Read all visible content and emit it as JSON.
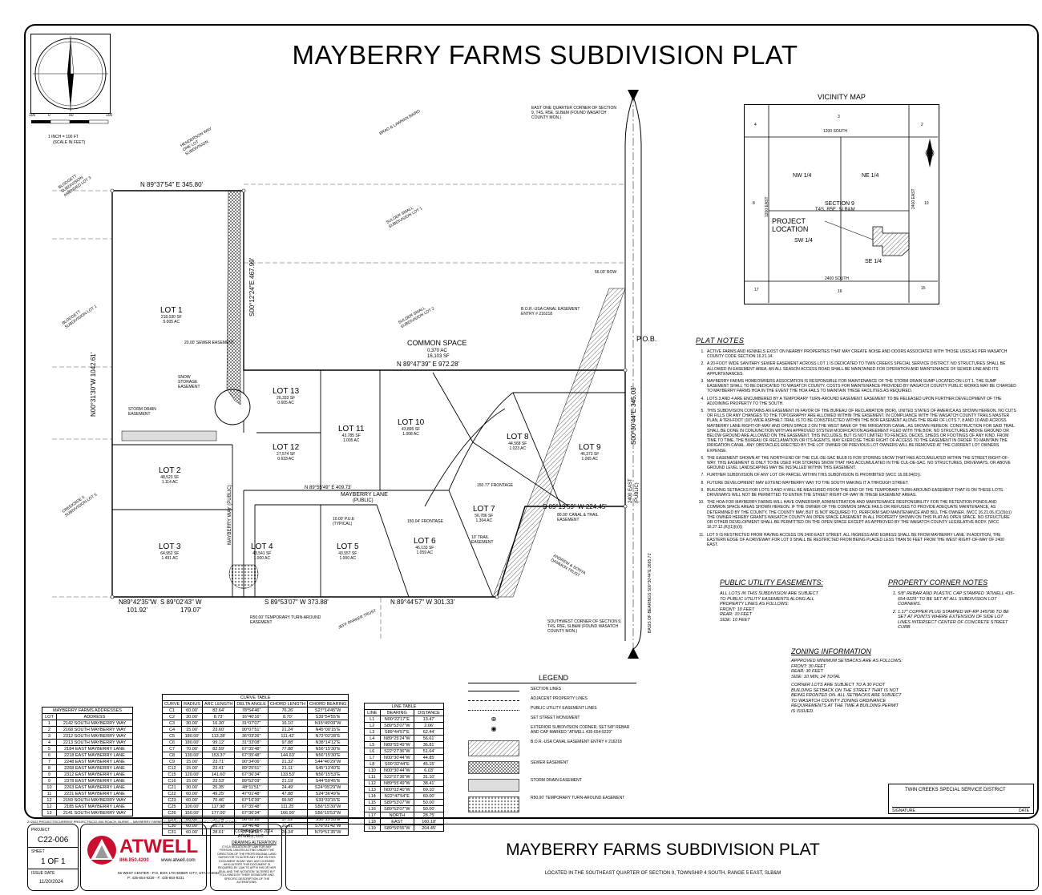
{
  "title": "MAYBERRY FARMS SUBDIVISION PLAT",
  "scale": {
    "ticks": [
      "100",
      "0",
      "50",
      "100"
    ],
    "text": "1 INCH = 100 FT",
    "note": "(SCALE IN FEET)"
  },
  "vicinity_map": {
    "title": "VICINITY MAP",
    "sections": [
      "4",
      "3",
      "2",
      "8",
      "10",
      "17",
      "16",
      "15"
    ],
    "roads": [
      "1200 SOUTH",
      "1200 EAST",
      "2400 EAST",
      "2400 SOUTH"
    ],
    "quarters": [
      "NW 1/4",
      "NE 1/4",
      "SW 1/4",
      "SE 1/4"
    ],
    "section_label": "SECTION 9",
    "section_sub": "T4S, R5E, SLB&M",
    "project_label": "PROJECT LOCATION"
  },
  "plat": {
    "lots": [
      {
        "name": "LOT 1",
        "sf": "218,030 SF",
        "ac": "5.005 AC"
      },
      {
        "name": "LOT 2",
        "sf": "48,523 SF",
        "ac": "1.114 AC"
      },
      {
        "name": "LOT 3",
        "sf": "64,952 SF",
        "ac": "1.491 AC"
      },
      {
        "name": "LOT 4",
        "sf": "43,541 SF",
        "ac": "1.000 AC"
      },
      {
        "name": "LOT 5",
        "sf": "43,557 SF",
        "ac": "1.000 AC"
      },
      {
        "name": "LOT 6",
        "sf": "46,133 SF",
        "ac": "1.059 AC"
      },
      {
        "name": "LOT 7",
        "sf": "56,786 SF",
        "ac": "1.304 AC"
      },
      {
        "name": "LOT 8",
        "sf": "44,568 SF",
        "ac": "1.023 AC"
      },
      {
        "name": "LOT 9",
        "sf": "46,373 SF",
        "ac": "1.065 AC"
      },
      {
        "name": "LOT 10",
        "sf": "43,895 SF",
        "ac": "1.008 AC"
      },
      {
        "name": "LOT 11",
        "sf": "43,785 SF",
        "ac": "1.005 AC"
      },
      {
        "name": "LOT 12",
        "sf": "27,574 SF",
        "ac": "0.633 AC"
      },
      {
        "name": "LOT 13",
        "sf": "26,333 SF",
        "ac": "0.605 AC"
      }
    ],
    "common_space": {
      "name": "COMMON SPACE",
      "ac": "0.370 AC",
      "sf": "16,103 SF"
    },
    "roads": {
      "lane": "MAYBERRY LANE",
      "lane_sub": "(PUBLIC)",
      "way": "MAYBERRY WAY (PUBLIC)",
      "east": "2400 EAST",
      "east_sub": "(PUBLIC)"
    },
    "pob": "P.O.B.",
    "bearings": {
      "north": "N 89°37'54\" E   345.80'",
      "north_common": "N 89°47'39\" E   972.28'",
      "west": "N00°31'30\"W  1042.61'",
      "east_lot1": "S00°12'24\"E  467.99'",
      "east_boundary": "S00°30'44\"E  345.03'",
      "south1": "N89°42'35\"W",
      "south1_dist": "101.92'",
      "south2": "S 89°02'43\" W",
      "south2_dist": "179.07'",
      "south3": "S 89°53'07\" W  373.88'",
      "south4": "N 89°44'57\" W  301.33'",
      "lot7_north": "S 89°19'59\" W  224.45'",
      "lane_bearing": "N 89°55'49\" E   409.73'",
      "basis": "BASIS OF BEARINGS S00°30'44\"E 2665.71'"
    },
    "labels": {
      "sewer": "20.00' SEWER EASEMENT",
      "storm": "STORM DRAIN EASEMENT",
      "snow": "SNOW STORAGE EASEMENT",
      "canal": "B.O.R.-USA CANAL EASEMENT ENTRY # 216218",
      "trail": "10' TRAIL EASEMENT",
      "canal_trail": "80.00' CANAL & TRAIL EASEMENT",
      "turnaround": "R50.00' TEMPORARY TURN-AROUND EASEMENT",
      "pue": "10.00' P.U.E (TYPICAL)",
      "row": "66.00' ROW",
      "frontage1": "150.77' FRONTAGE",
      "frontage2": "150.04' FRONTAGE",
      "ne_corner": "EAST ONE QUARTER CORNER OF SECTION 9, T4S, R5E, SLB&M (FOUND WASATCH COUNTY MON.)",
      "sw_corner": "SOUTHWEST CORNER OF SECTION 9, T4S, R5E, SLB&M (FOUND WASATCH COUNTY MON.)",
      "brad": "BRAD & LAWNAN BAIRD",
      "sulder1": "SULDER SMALL SUBDIVISION LOT 1",
      "sulder2": "SULDER SMALL SUBDIVISION LOT 2",
      "blodgett1": "BLODGETT SUBDIVISION AMENDED LOT 3",
      "blodgett2": "BLODGETT SUBDIVISION LOT 1",
      "creekside": "CREEKSIDE II SUBDIVISION LOT 5",
      "henderson": "HENDERSON WAY ONE LOT SUBDIVISION",
      "andrew": "ANDREW & SONYA DAMMON TRUST",
      "jeff": "JEFF PARKER TRUST"
    }
  },
  "plat_notes": {
    "title": "PLAT NOTES",
    "items": [
      "ACTIVE FARMS AND KENNELS EXIST ON NEARBY PROPERTIES THAT MAY CREATE NOISE AND ODORS ASSOCIATED WITH THOSE USES AS PER WASATCH COUNTY CODE SECTION 16.21.14.",
      "A 20-FOOT WIDE SANITARY SEWER EASEMENT ACROSS LOT 1 IS DEDICATED TO TWIN CREEKS SPECIAL SERVICE DISTRICT. NO STRUCTURES SHALL BE ALLOWED IN EASEMENT AREA. AN ALL SEASON ACCESS ROAD SHALL BE MAINTAINED FOR OPERATION AND MAINTENANCE OF SEWER LINE AND ITS APPURTENANCES.",
      "MAYBERRY FARMS HOMEOWNERS ASSOCIATION IS RESPONSIBLE FOR MAINTENANCE OF THE STORM DRAIN SUMP LOCATED ON LOT 1. THE SUMP EASEMENT SHALL TO BE DEDICATED TO WASATCH COUNTY. COSTS FOR MAINTENANCE PROVIDED BY WASATCH COUNTY PUBLIC WORKS MAY BE CHARGED TO MAYBERRY FARMS HOA IN THE EVENT THE HOA FAILS TO MAINTAIN THESE FACILITIES AS REQUIRED.",
      "LOTS 3 AND 4 ARE ENCUMBERED BY A TEMPORARY TURN-AROUND EASEMENT. EASEMENT TO BE RELEASED UPON FURTHER DEVELOPMENT OF THE ADJOINING PROPERTY TO THE SOUTH.",
      "THIS SUBDIVISION CONTAINS AN EASEMENT IN FAVOR OF THE BUREAU OF RECLAMATION (BOR), UNITED STATES OF AMERICA AS SHOWN HEREON. NO CUTS OR FILLS OR ANY CHANGES TO THE TOPOGRAPHY ARE ALLOWED WITHIN THE EASEMENT. IN COMPLIANCE WITH THE WASATCH COUNTY TRAILS MASTER PLAN, A TEN-FOOT (10') WIDE ASPHALT TRAIL IS TO BE CONSTRUCTED WITHIN THE BOR EASEMENT ALONG THE REAR OF LOTS 7, 8 AND 10 AND ACROSS MAYBERRY LANE RIGHT-OF-WAY AND OPEN SPACE 2 ON THE WEST BANK OF THE IRRIGATION CANAL, AS SHOWN HEREON. CONSTRUCTION FOR SAID TRAIL SHALL BE DONE IN CONJUNCTION WITH AN APPROVED SYSTEM MODIFICATION AGREEMENT FILED WITH THE BOR. NO STRUCTURES ABOVE GROUND OR BELOW GROUND ARE ALLOWED ON THE EASEMENT. THIS INCLUDES, BUT IS NOT LIMITED TO FENCES, DECKS, SHEDS OR FOOTINGS OF ANY KIND. FROM TIME TO TIME, THE BUREAU OF RECLAMATION OR ITS AGENTS, MAY EXERCISE THEIR RIGHT OF ACCESS TO THE EASEMENT IN ORDER TO MAINTAIN THE IRRIGATION CANAL. ANY OBSTACLES ERECTED BY THE LOT OWNER OR PREVIOUS LOT OWNERS WILL BE REMOVED AT THE CURRENT LOT OWNERS EXPENSE.",
      "THE EASEMENT SHOWN AT THE NORTH END OF THE CUL-DE-SAC BULB IS FOR STORING SNOW THAT HAS ACCUMULATED WITHIN THE STREET RIGHT-OF-WAY. THIS EASEMENT IS ONLY TO BE USED FOR STORING SNOW THAT HAS ACCUMULATED IN THE CUL-DE-SAC. NO STRUCTURES, DRIVEWAYS, OR ABOVE GROUND LEVEL LANDSCAPING MAY BE INSTALLED WITHIN THIS EASEMENT.",
      "FURTHER SUBDIVISION OF ANY LOT OR PARCEL WITHIN THIS SUBDIVISION IS PROHIBITED (WCC 16.08.04(D)).",
      "FUTURE DEVELOPMENT MAY EXTEND MAYBERRY WAY TO THE SOUTH MAKING IT A THROUGH STREET.",
      "BUILDING SETBACKS FOR LOTS 3 AND 4 WILL BE MEASURED FROM THE END OF THE TEMPORARY TURN-AROUND EASEMENT THAT IS ON THESE LOTS. DRIVEWAYS WILL NOT BE PERMITTED TO ENTER THE STREET RIGHT-OF-WAY IN THESE EASEMENT AREAS.",
      "THE HOA FOR MAYBERRY FARMS WILL HAVE OWNERSHIP, ADMINISTRATION AND MAINTENANCE RESPONSIBILITY FOR THE RETENTION PONDS AND COMMON SPACE AREAS SHOWN HEREON. IF THE OWNER OF THE COMMON SPACE FAILS OR REFUSES TO PROVIDE ADEQUATE MAINTENANCE, AS DETERMINED BY THE COUNTY, THE COUNTY MAY, BUT IS NOT REQUIRED TO, PERFORM SAID MAINTENANCE AND BILL THE OWNER. (WCC 16.21.06.(C)(3)(c)) THE OWNER HEREBY GRANTS WASATCH COUNTY AN OPEN SPACE EASEMENT IN ALL PROPERTY SHOWN ON THIS PLAT AS OPEN SPACE. NO STRUCTURE OR OTHER DEVELOPMENT SHALL BE PERMITTED ON THE OPEN SPACE EXCEPT AS APPROVED BY THE WASATCH COUNTY LEGISLATIVE BODY. (WCC 16.27.12.(K)(1)(i)(i))",
      "LOT 9 IS RESTRICTED FROM HAVING ACCESS ON 2400 EAST STREET. ALL INGRESS AND EGRESS SHALL BE FROM MAYBERRY LANE. IN ADDITION, THE EASTERN EDGE OF A DRIVEWAY FOR LOT 9 SHALL BE RESTRICTED FROM BEING PLACED LESS THAN 50 FEET FROM THE WEST RIGHT-OF-WAY OF 2400 EAST."
    ]
  },
  "public_utility": {
    "title": "PUBLIC UTILITY EASEMENTS:",
    "lines": [
      "ALL LOTS IN THIS SUBDIVISION ARE SUBJECT",
      "TO PUBLIC UTILITY EASEMENTS ALONG ALL",
      "PROPERTY LINES AS FOLLOWS:",
      "FRONT:    10 FEET",
      "REAR:     10 FEET",
      "SIDE:     10 FEET"
    ]
  },
  "property_corner": {
    "title": "PROPERTY CORNER NOTES",
    "items": [
      "5/8\" REBAR AND PLASTIC CAP STAMPED \"ATWELL 435-654-9229\" TO BE SET AT ALL SUBDIVISION LOT CORNERS.",
      "1.17\" COPPER PLUG STAMPED WF-RP 145796 TO BE SET AT POINTS WHERE EXTENSION OF SIDE LOT LINES INTERSECT CENTER OF CONCRETE STREET CURB"
    ]
  },
  "zoning": {
    "title": "ZONING INFORMATION",
    "lines": [
      "APPROVED MINIMUM SETBACKS ARE AS FOLLOWS:",
      "FRONT:    30 FEET",
      "REAR:     30 FEET",
      "SIDE:     10 MIN, 24 TOTAL",
      "",
      "CORNER LOTS ARE SUBJECT TO A 30 FOOT",
      "BUILDING SETBACK ON THE STREET THAT IS NOT",
      "BEING FRONTED ON. ALL SETBACKS ARE SUBJECT",
      "TO WASATCH COUNTY ZONING ORDINANCE",
      "REQUIREMENTS AT THE TIME A BUILDING PERMIT",
      "IS ISSUED."
    ]
  },
  "legend": {
    "title": "LEGEND",
    "items": [
      "SECTION LINES",
      "ADJACENT PROPERTY LINES",
      "PUBLIC UTILITY EASEMENT LINES",
      "SET STREET MONUMENT",
      "EXTERIOR SUBDIVISION CORNER, SET 5/8\" REBAR AND CAP MARKED \"ATWELL 435-654-9229\"",
      "B.O.R.-USA CANAL EASEMENT ENTRY # 216218",
      "SEWER EASEMENT",
      "STORM DRAIN EASEMENT",
      "R50.00' TEMPORARY TURN-AROUND EASEMENT"
    ]
  },
  "addresses": {
    "title": "MAYBERRY FARMS ADDRESSES",
    "headers": [
      "LOT",
      "ADDRESS"
    ],
    "rows": [
      [
        "1",
        "2142 SOUTH MAYBERRY WAY"
      ],
      [
        "2",
        "2168 SOUTH MAYBERRY WAY"
      ],
      [
        "3",
        "2312 SOUTH MAYBERRY WAY"
      ],
      [
        "4",
        "2213 SOUTH MAYBERRY WAY"
      ],
      [
        "5",
        "2184 EAST MAYBERRY LANE"
      ],
      [
        "6",
        "2218 EAST MAYBERRY LANE"
      ],
      [
        "7",
        "2248 EAST MAYBERRY LANE"
      ],
      [
        "8",
        "2268 EAST MAYBERRY LANE"
      ],
      [
        "9",
        "2312 EAST MAYBERRY LANE"
      ],
      [
        "9",
        "2378 EAST MAYBERRY LANE"
      ],
      [
        "10",
        "2263 EAST MAYBERRY LANE"
      ],
      [
        "11",
        "2221 EAST MAYBERRY LANE"
      ],
      [
        "12",
        "2159 SOUTH MAYBERRY WAY"
      ],
      [
        "12",
        "2185 EAST MAYBERRY LANE"
      ],
      [
        "13",
        "2141 SOUTH MAYBERRY WAY"
      ]
    ]
  },
  "curve_table": {
    "title": "CURVE TABLE",
    "headers": [
      "CURVE",
      "RADIUS",
      "ARC LENGTH",
      "DELTA ANGLE",
      "CHORD LENGTH",
      "CHORD BEARING"
    ],
    "rows": [
      [
        "C1",
        "60.00'",
        "82.64'",
        "78°54'46\"",
        "76.26'",
        "S27°14'45\"W"
      ],
      [
        "C2",
        "30.00'",
        "8.73'",
        "16°40'16\"",
        "8.70'",
        "S39°54'55\"E"
      ],
      [
        "C3",
        "30.00'",
        "16.30'",
        "31°07'07\"",
        "16.10'",
        "N15°49'09\"W"
      ],
      [
        "C4",
        "15.00'",
        "23.60'",
        "90°07'51\"",
        "21.24'",
        "N45°00'15\"E"
      ],
      [
        "C5",
        "180.00'",
        "113.28'",
        "36°03'26\"",
        "111.42'",
        "N72°02'28\"E"
      ],
      [
        "C6",
        "180.00'",
        "99.12'",
        "31°33'08\"",
        "97.88'",
        "N38°14'12\"E"
      ],
      [
        "C7",
        "70.00'",
        "82.59'",
        "67°35'48\"",
        "77.88'",
        "N56°15'30\"E"
      ],
      [
        "C8",
        "130.00'",
        "153.37'",
        "67°35'48\"",
        "144.63'",
        "N56°15'30\"E"
      ],
      [
        "C9",
        "15.00'",
        "23.71'",
        "90°34'06\"",
        "21.32'",
        "S44°46'29\"W"
      ],
      [
        "C12",
        "15.00'",
        "23.41'",
        "89°25'51\"",
        "21.11'",
        "S45°13'40\"E"
      ],
      [
        "C15",
        "120.00'",
        "141.60'",
        "67°36'34\"",
        "133.53'",
        "N56°15'53\"E"
      ],
      [
        "C16",
        "15.00'",
        "23.53'",
        "89°52'09\"",
        "21.19'",
        "S44°59'45\"E"
      ],
      [
        "C21",
        "30.00'",
        "25.35'",
        "48°11'51\"",
        "24.49'",
        "S24°05'29\"W"
      ],
      [
        "C22",
        "60.00'",
        "49.25'",
        "47°01'48\"",
        "47.88'",
        "S24°36'49\"E"
      ],
      [
        "C23",
        "60.00'",
        "70.46'",
        "67°16'39\"",
        "66.50'",
        "S33°33'15\"E"
      ],
      [
        "C25",
        "100.00'",
        "117.98'",
        "67°35'48\"",
        "111.25'",
        "S56°15'30\"W"
      ],
      [
        "C26",
        "150.00'",
        "177.00'",
        "67°36'34\"",
        "166.90'",
        "S56°15'53\"W"
      ],
      [
        "C29",
        "60.00'",
        "37.74'",
        "36°02'28\"",
        "37.12'",
        "S30°15'53\"E"
      ],
      [
        "C30",
        "60.00'",
        "20.71'",
        "19°46'48\"",
        "20.61'",
        "S76°01'42\"W"
      ],
      [
        "C31",
        "60.00'",
        "28.61'",
        "27°18'58\"",
        "28.34'",
        "N79°51'35\"W"
      ]
    ]
  },
  "line_table": {
    "title": "LINE TABLE",
    "headers": [
      "LINE",
      "BEARING",
      "DISTANCE"
    ],
    "rows": [
      [
        "L1",
        "N00°22'17\"E",
        "13.47'"
      ],
      [
        "L2",
        "S89°53'07\"W",
        "2.06'"
      ],
      [
        "L3",
        "S89°44'57\"E",
        "62.44'"
      ],
      [
        "L4",
        "N89°25'24\"W",
        "56.61'"
      ],
      [
        "L5",
        "N89°55'49\"W",
        "36.81'"
      ],
      [
        "L6",
        "S22°27'36\"W",
        "51.64'"
      ],
      [
        "L7",
        "N00°30'44\"W",
        "44.85'"
      ],
      [
        "L8",
        "S00°32'44\"E",
        "45.15'"
      ],
      [
        "L10",
        "N00°30'44\"W",
        "6.03'"
      ],
      [
        "L11",
        "S22°27'36\"W",
        "31.10'"
      ],
      [
        "L12",
        "N89°55'49\"W",
        "38.41'"
      ],
      [
        "L13",
        "N00°03'40\"W",
        "69.10'"
      ],
      [
        "L14",
        "N22°47'54\"E",
        "60.00'"
      ],
      [
        "L15",
        "S89°53'07\"W",
        "50.00'"
      ],
      [
        "L16",
        "S89°53'07\"W",
        "50.00'"
      ],
      [
        "L17",
        "NORTH",
        "28.75'"
      ],
      [
        "L18",
        "EAST",
        "160.18'"
      ],
      [
        "L19",
        "S89°59'55\"W",
        "204.45'"
      ]
    ]
  },
  "district": {
    "name": "TWIN CREEKS SPECIAL SERVICE DISTRICT",
    "signature": "SIGNATURE",
    "date": "DATE"
  },
  "path_text": "Z:\\2022 PROJECTS\\CURRENT PROJECTS\\C22-006 ROACH, BURKE -- MAYBERRY FARMS SUBDIVISION\\SURVEY\\PLAT\\C22-006 PLAT.DWG",
  "title_block": {
    "project_label": "PROJECT",
    "project": "C22-006",
    "sheet_label": "SHEET",
    "sheet": "1 OF 1",
    "issue_label": "ISSUE DATE",
    "issue": "11/20/2024",
    "company": "ATWELL",
    "company_phone": "866.850.4200",
    "company_web": "www.atwell.com",
    "company_address": "55 WEST CENTER - P.O. BOX 178 HEBER CITY, UTAH 84032",
    "company_contact": "P: 435-654-9229 - F: 435-654-9231",
    "copyright": "COPYRIGHT © 2024",
    "copyright_sub": "ATWELL, LLC",
    "warning_title": "DRAWING ALTERATION",
    "warning": "IT IS A VIOLATION OF LAW FOR ANY PERSON, UNLESS ACTING UNDER THE DIRECTION OF THE PROFESSIONAL LAND SURVEYOR TO ALTER ANY ITEM ON THIS DOCUMENT IN ANY WAY. ANY LICENSEE WHO ALTERS THIS DOCUMENT IS REQUIRED BY LAW TO AFFIX HIS OR HER SEAL AND THE NOTATION \"ALTERED BY\" FOLLOWED BY THEIR SIGNATURE AND SPECIFIC DESCRIPTION OF THE ALTERATIONS.",
    "plat_title": "MAYBERRY FARMS SUBDIVISION PLAT",
    "location": "LOCATED IN THE SOUTHEAST QUARTER OF SECTION 9, TOWNSHIP 4 SOUTH, RANGE 5 EAST, SLB&M"
  }
}
